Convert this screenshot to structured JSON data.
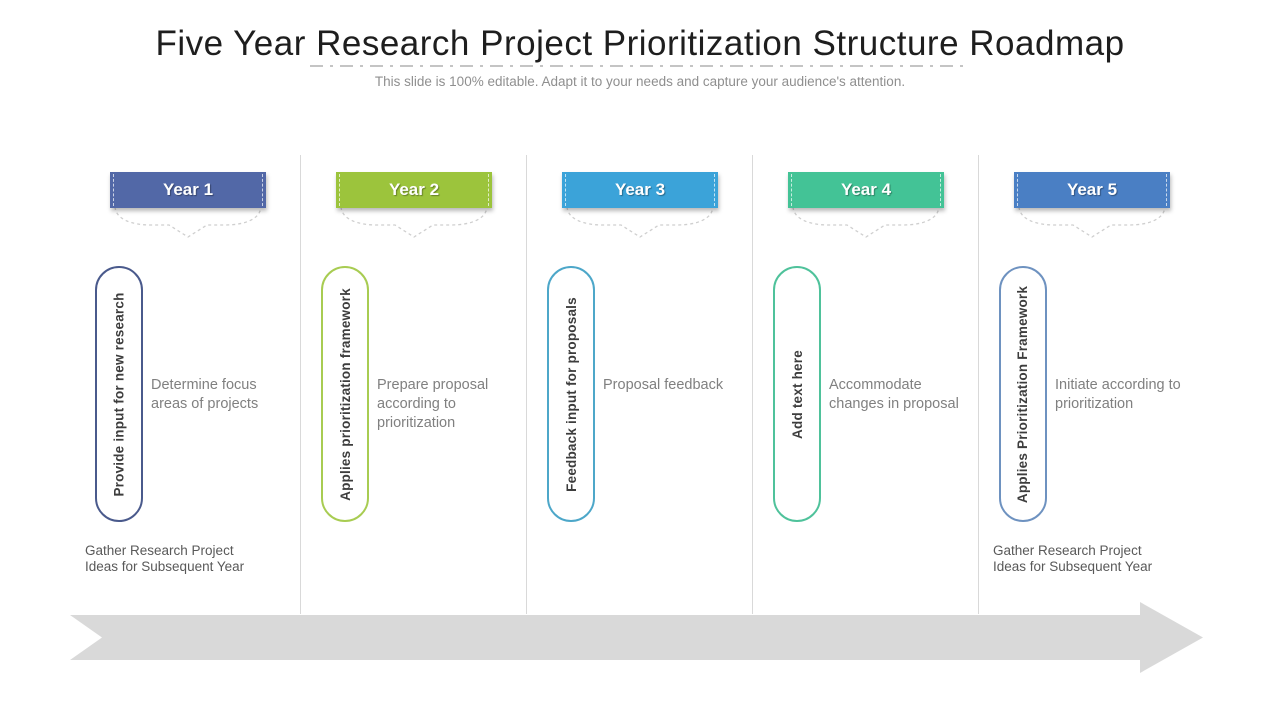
{
  "slide": {
    "title": "Five Year Research Project Prioritization Structure Roadmap",
    "subtitle": "This slide is 100% editable. Adapt it to your needs and capture your audience's attention."
  },
  "colors": {
    "divider": "#d9d9d9",
    "dash_line": "#c4c4c4",
    "arrow": "#d9d9d9",
    "ribbon_outline": "#cfcfcf",
    "body_text": "#808080",
    "note_text": "#595959",
    "pill_text": "#3d3d3d"
  },
  "columns": [
    {
      "year": "Year 1",
      "banner_color": "#5268a7",
      "pill_border_color": "#4a5a8c",
      "pill_text": "Provide input for new research",
      "description": "Determine focus areas of projects",
      "note": "Gather Research Project Ideas for Subsequent Year"
    },
    {
      "year": "Year 2",
      "banner_color": "#9cc43c",
      "pill_border_color": "#a8cc52",
      "pill_text": "Applies prioritization framework",
      "description": "Prepare proposal according to prioritization"
    },
    {
      "year": "Year 3",
      "banner_color": "#3ba3d9",
      "pill_border_color": "#4da7c9",
      "pill_text": "Feedback input for proposals",
      "description": "Proposal feedback"
    },
    {
      "year": "Year 4",
      "banner_color": "#43c396",
      "pill_border_color": "#4fc29b",
      "pill_text": "Add text here",
      "description": "Accommodate changes in proposal"
    },
    {
      "year": "Year 5",
      "banner_color": "#4a7fc4",
      "pill_border_color": "#6e92c0",
      "pill_text": "Applies Prioritization Framework",
      "description": "Initiate according to prioritization",
      "note": "Gather Research Project Ideas for Subsequent Year"
    }
  ]
}
